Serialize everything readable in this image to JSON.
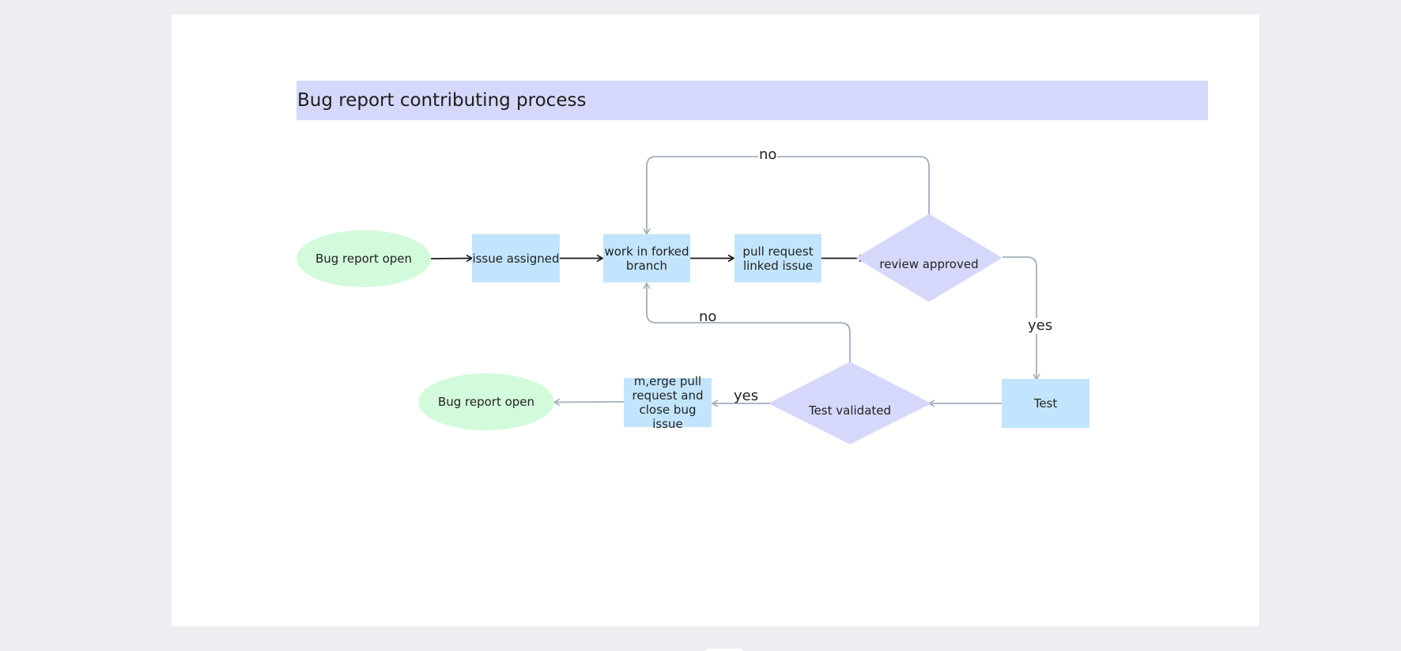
{
  "diagram": {
    "title": "Bug report contributing process",
    "nodes": {
      "start": {
        "label": "Bug report open",
        "shape": "ellipse"
      },
      "issue_assigned": {
        "label": "issue assigned",
        "shape": "rectangle"
      },
      "work_forked": {
        "label": "work in forked branch",
        "shape": "rectangle"
      },
      "pull_request": {
        "label": "pull request linked issue",
        "shape": "rectangle"
      },
      "review_approved": {
        "label": "review approved",
        "shape": "diamond"
      },
      "test": {
        "label": "Test",
        "shape": "rectangle"
      },
      "test_validated": {
        "label": "Test validated",
        "shape": "diamond"
      },
      "merge": {
        "label": "m,erge pull request and close bug issue",
        "shape": "rectangle"
      },
      "end": {
        "label": "Bug report open",
        "shape": "ellipse"
      }
    },
    "edges": {
      "review_no": {
        "from": "review_approved",
        "to": "work_forked",
        "label": "no"
      },
      "review_yes": {
        "from": "review_approved",
        "to": "test",
        "label": "yes"
      },
      "test_no": {
        "from": "test_validated",
        "to": "work_forked",
        "label": "no"
      },
      "test_yes": {
        "from": "test_validated",
        "to": "merge",
        "label": "yes"
      },
      "start_to_issue": {
        "from": "start",
        "to": "issue_assigned",
        "label": ""
      },
      "issue_to_work": {
        "from": "issue_assigned",
        "to": "work_forked",
        "label": ""
      },
      "work_to_pr": {
        "from": "work_forked",
        "to": "pull_request",
        "label": ""
      },
      "pr_to_review": {
        "from": "pull_request",
        "to": "review_approved",
        "label": ""
      },
      "test_to_validated": {
        "from": "test",
        "to": "test_validated",
        "label": ""
      },
      "merge_to_end": {
        "from": "merge",
        "to": "end",
        "label": ""
      }
    },
    "colors": {
      "ellipse_fill": "#d4fadc",
      "rect_fill": "#c2e5fd",
      "diamond_fill": "#d6d8fb",
      "title_fill": "#d6d8fb",
      "dark_arrow": "#1a1a1a",
      "gray_arrow": "#a3aebb",
      "canvas": "#eceef2",
      "page": "#ffffff"
    }
  }
}
